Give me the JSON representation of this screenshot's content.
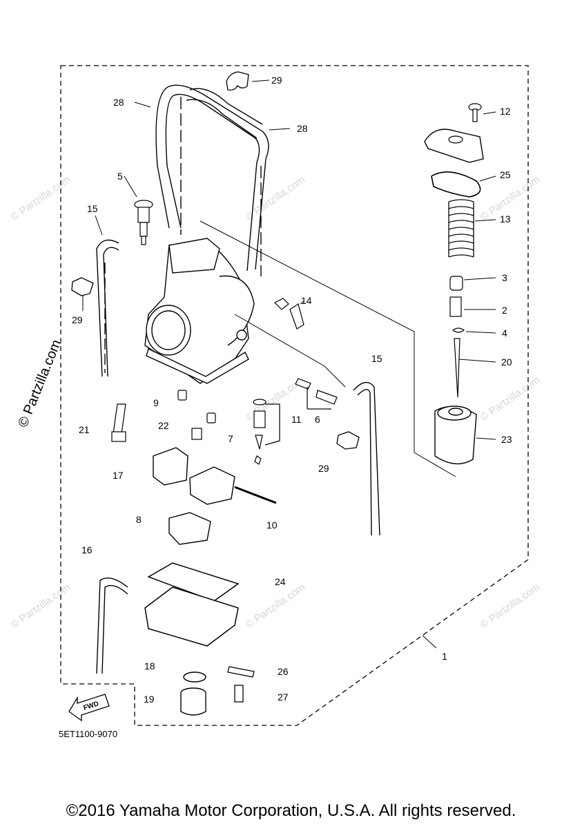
{
  "diagram": {
    "callouts": {
      "p1": "1",
      "p2": "2",
      "p3": "3",
      "p4": "4",
      "p5": "5",
      "p6": "6",
      "p7": "7",
      "p8": "8",
      "p9": "9",
      "p10": "10",
      "p11": "11",
      "p12": "12",
      "p13": "13",
      "p14": "14",
      "p15a": "15",
      "p15b": "15",
      "p16": "16",
      "p17": "17",
      "p18": "18",
      "p19": "19",
      "p20": "20",
      "p21": "21",
      "p22": "22",
      "p23": "23",
      "p24": "24",
      "p25": "25",
      "p26": "26",
      "p27": "27",
      "p28a": "28",
      "p28b": "28",
      "p29a": "29",
      "p29b": "29",
      "p29c": "29"
    },
    "fwd_label": "FWD",
    "diagram_code": "5ET1100-9070",
    "watermark_side": "© Partzilla.com",
    "watermark_tile": "© Partzilla.com"
  },
  "footer": {
    "copyright": "©2016 Yamaha Motor Corporation, U.S.A. All rights reserved."
  }
}
